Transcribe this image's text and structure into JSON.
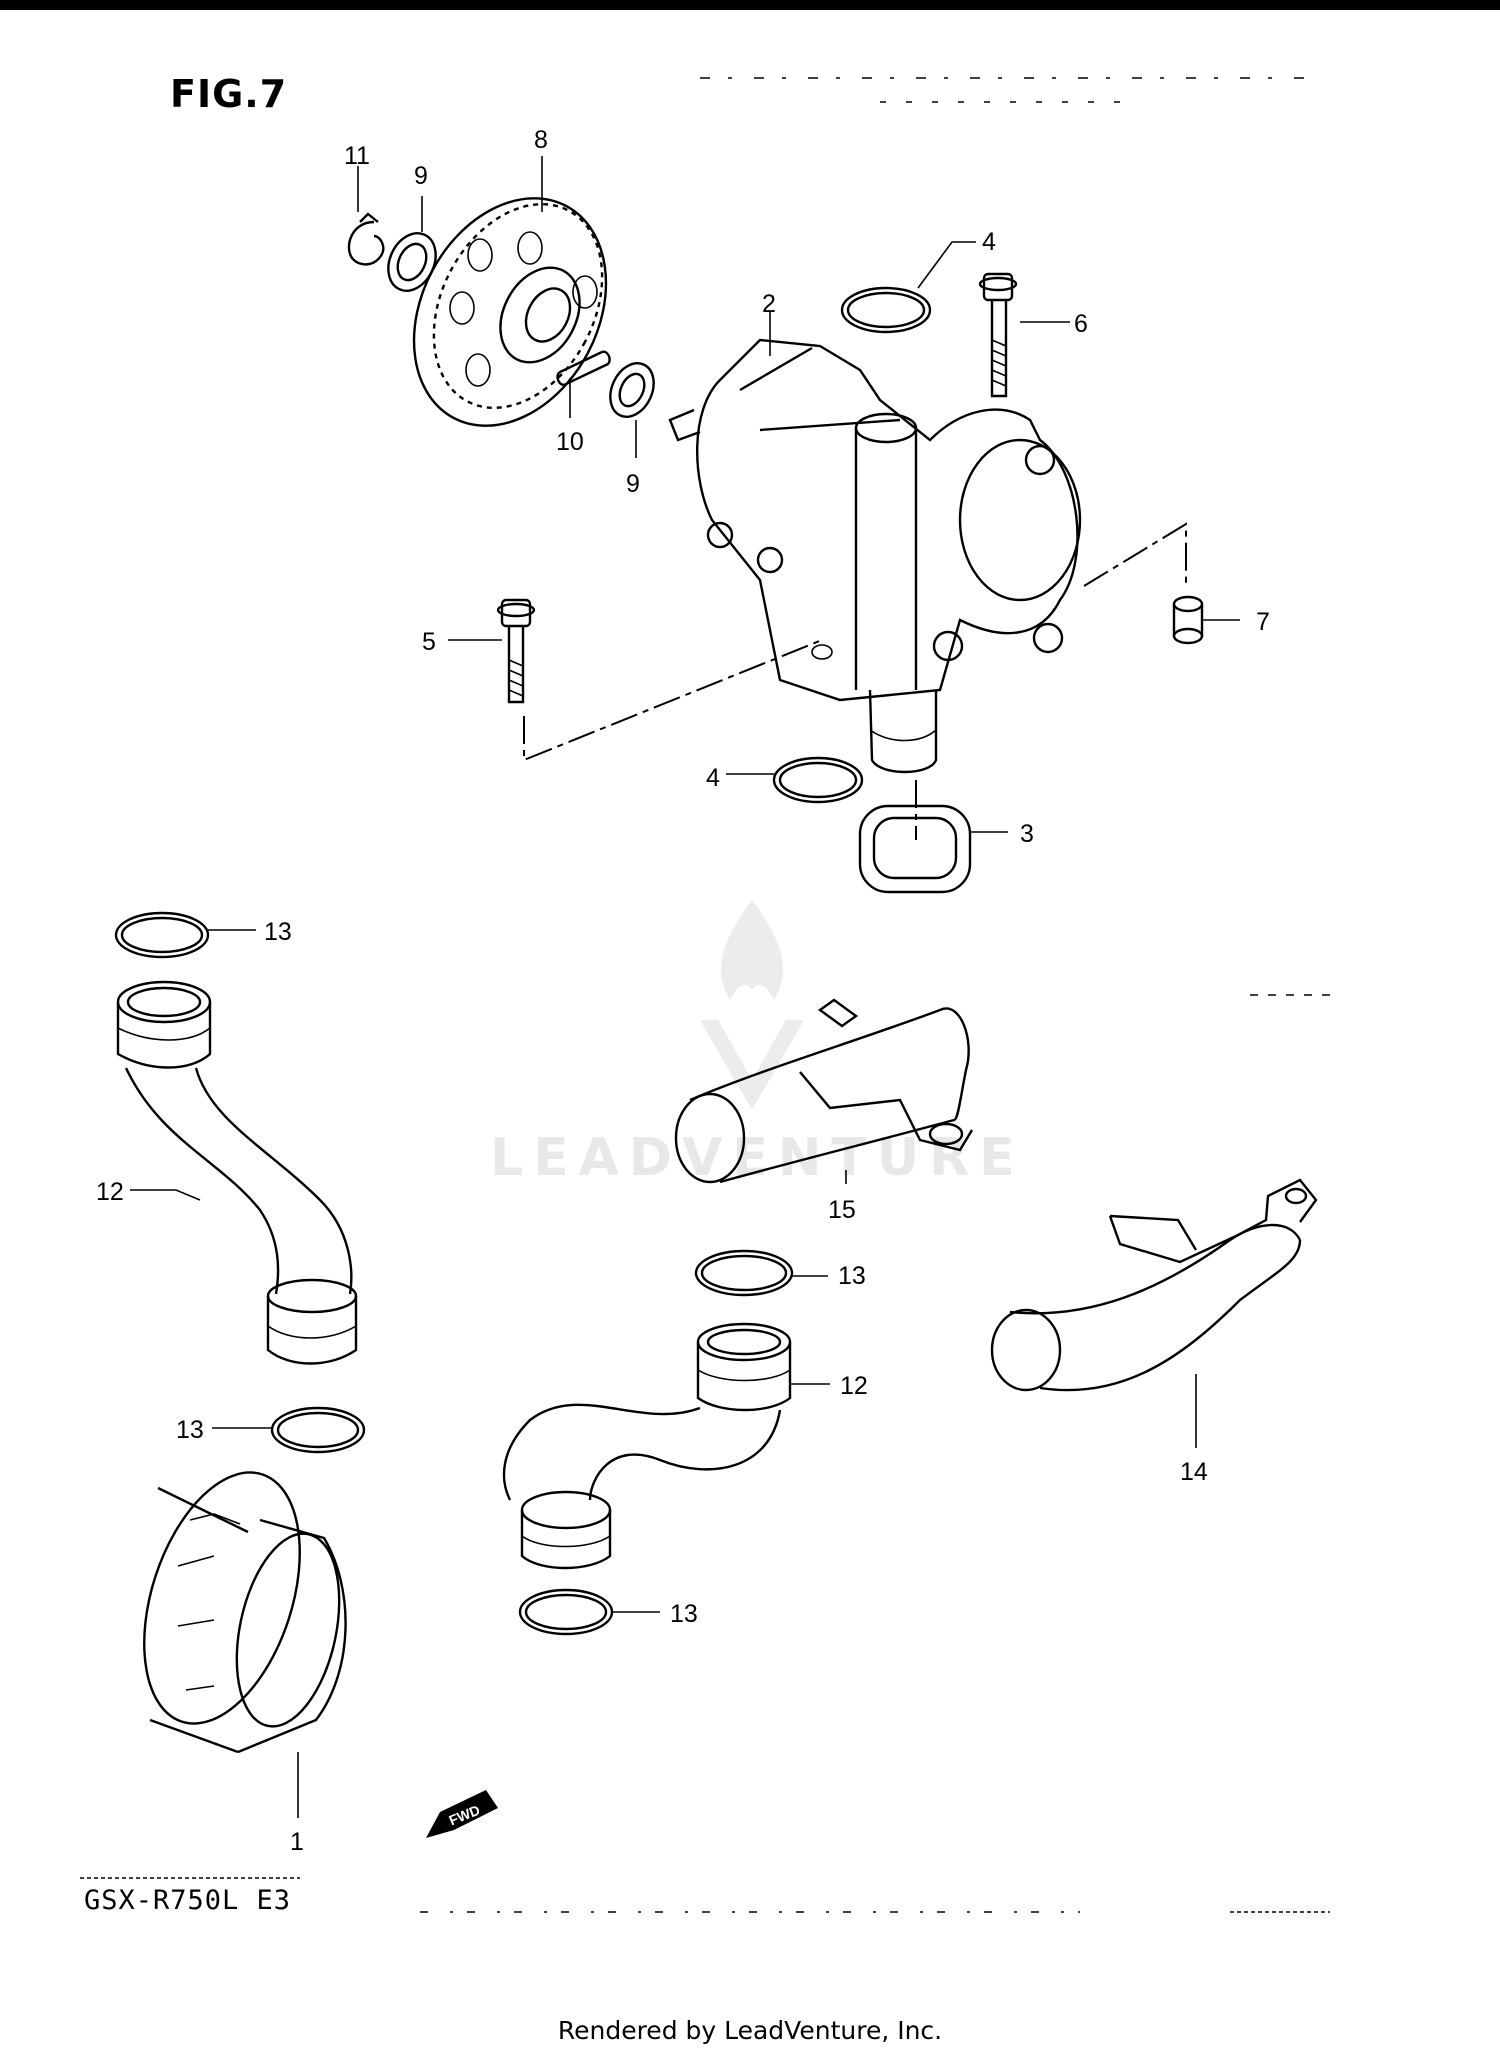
{
  "figure": {
    "title": "FIG.7"
  },
  "model_code": "GSX-R750L E3",
  "footer": "Rendered by LeadVenture, Inc.",
  "watermark": {
    "text": "LEADVENTURE"
  },
  "fwd_marker": "FWD",
  "callouts": [
    {
      "id": "11",
      "part": "circlip"
    },
    {
      "id": "9",
      "part": "washer"
    },
    {
      "id": "8",
      "part": "oil-pump-driven-gear"
    },
    {
      "id": "10",
      "part": "pin"
    },
    {
      "id": "9",
      "part": "washer"
    },
    {
      "id": "4",
      "part": "o-ring"
    },
    {
      "id": "2",
      "part": "oil-pump"
    },
    {
      "id": "6",
      "part": "bolt"
    },
    {
      "id": "5",
      "part": "bolt"
    },
    {
      "id": "7",
      "part": "dowel-pin"
    },
    {
      "id": "4",
      "part": "o-ring"
    },
    {
      "id": "3",
      "part": "gasket"
    },
    {
      "id": "13",
      "part": "o-ring"
    },
    {
      "id": "12",
      "part": "oil-hose"
    },
    {
      "id": "13",
      "part": "o-ring"
    },
    {
      "id": "15",
      "part": "pipe-with-bracket"
    },
    {
      "id": "13",
      "part": "o-ring"
    },
    {
      "id": "12",
      "part": "oil-hose"
    },
    {
      "id": "14",
      "part": "pipe-with-bracket"
    },
    {
      "id": "13",
      "part": "o-ring"
    },
    {
      "id": "1",
      "part": "oil-filter"
    }
  ]
}
